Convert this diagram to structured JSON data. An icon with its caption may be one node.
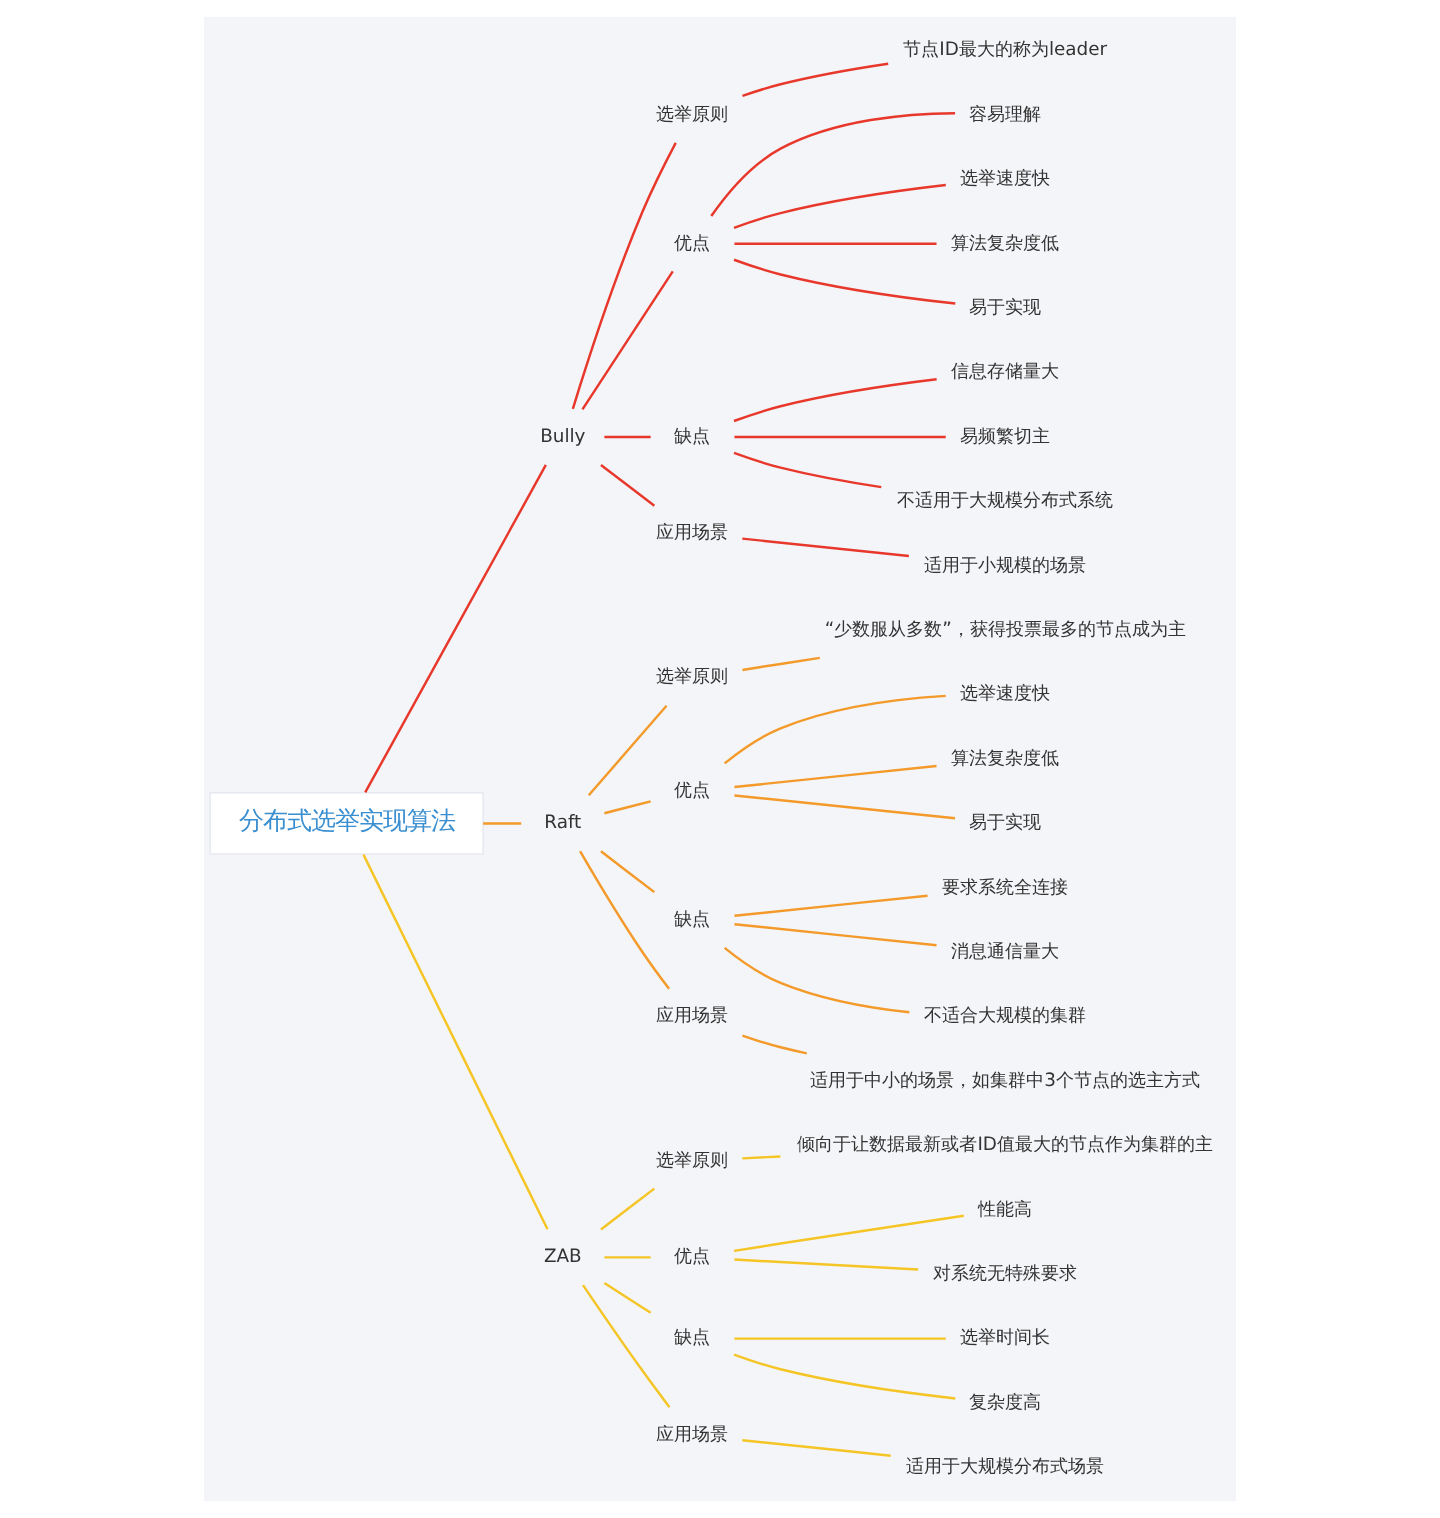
{
  "diagram": {
    "nodes": [
      {
        "text": [
          "分布式选举实现算法"
        ]
      },
      {
        "text": [
          "Bully"
        ]
      },
      {
        "text": [
          "选举原则"
        ]
      },
      {
        "text": [
          "节点ID最大的称为leader"
        ]
      },
      {
        "text": [
          "优点"
        ]
      },
      {
        "text": [
          "容易理解"
        ]
      },
      {
        "text": [
          "选举速度快"
        ]
      },
      {
        "text": [
          "算法复杂度低"
        ]
      },
      {
        "text": [
          "易于实现"
        ]
      },
      {
        "text": [
          "缺点"
        ]
      },
      {
        "text": [
          "信息存储量大"
        ]
      },
      {
        "text": [
          "易频繁切主"
        ]
      },
      {
        "text": [
          "不适用于大规模分布式系统"
        ]
      },
      {
        "text": [
          "应用场景"
        ]
      },
      {
        "text": [
          "适用于小规模的场景"
        ]
      },
      {
        "text": [
          "Raft"
        ]
      },
      {
        "text": [
          "选举原则"
        ]
      },
      {
        "text": [
          "“少数服从多数”，获得投票最多的节点成为主"
        ]
      },
      {
        "text": [
          "优点"
        ]
      },
      {
        "text": [
          "选举速度快"
        ]
      },
      {
        "text": [
          "算法复杂度低"
        ]
      },
      {
        "text": [
          "易于实现"
        ]
      },
      {
        "text": [
          "缺点"
        ]
      },
      {
        "text": [
          "要求系统全连接"
        ]
      },
      {
        "text": [
          "消息通信量大"
        ]
      },
      {
        "text": [
          "不适合大规模的集群"
        ]
      },
      {
        "text": [
          "应用场景"
        ]
      },
      {
        "text": [
          "适用于中小的场景，如集群中3个节点的选主方式"
        ]
      },
      {
        "text": [
          "ZAB"
        ]
      },
      {
        "text": [
          "选举原则"
        ]
      },
      {
        "text": [
          "倾向于让数据最新或者ID值最大的节点作为集群的主"
        ]
      },
      {
        "text": [
          "优点"
        ]
      },
      {
        "text": [
          "性能高"
        ]
      },
      {
        "text": [
          "对系统无特殊要求"
        ]
      },
      {
        "text": [
          "缺点"
        ]
      },
      {
        "text": [
          "选举时间长"
        ]
      },
      {
        "text": [
          "复杂度高"
        ]
      },
      {
        "text": [
          "应用场景"
        ]
      },
      {
        "text": [
          "适用于大规模分布式场景"
        ]
      }
    ],
    "edges": [
      {
        "from": 0,
        "to": 1,
        "arrow": "none",
        "color": "#e8382c"
      },
      {
        "from": 1,
        "to": 2,
        "arrow": "none",
        "color": "#e8382c"
      },
      {
        "from": 2,
        "to": 3,
        "arrow": "none",
        "color": "#e8382c"
      },
      {
        "from": 1,
        "to": 4,
        "arrow": "none",
        "color": "#e8382c"
      },
      {
        "from": 4,
        "to": 5,
        "arrow": "none",
        "color": "#e8382c"
      },
      {
        "from": 4,
        "to": 6,
        "arrow": "none",
        "color": "#e8382c"
      },
      {
        "from": 4,
        "to": 7,
        "arrow": "none",
        "color": "#e8382c"
      },
      {
        "from": 4,
        "to": 8,
        "arrow": "none",
        "color": "#e8382c"
      },
      {
        "from": 1,
        "to": 9,
        "arrow": "none",
        "color": "#e8382c"
      },
      {
        "from": 9,
        "to": 10,
        "arrow": "none",
        "color": "#e8382c"
      },
      {
        "from": 9,
        "to": 11,
        "arrow": "none",
        "color": "#e8382c"
      },
      {
        "from": 9,
        "to": 12,
        "arrow": "none",
        "color": "#e8382c"
      },
      {
        "from": 1,
        "to": 13,
        "arrow": "none",
        "color": "#e8382c"
      },
      {
        "from": 13,
        "to": 14,
        "arrow": "none",
        "color": "#e8382c"
      },
      {
        "from": 0,
        "to": 15,
        "arrow": "none",
        "color": "#f39a2b"
      },
      {
        "from": 15,
        "to": 16,
        "arrow": "none",
        "color": "#f39a2b"
      },
      {
        "from": 16,
        "to": 17,
        "arrow": "none",
        "color": "#f39a2b"
      },
      {
        "from": 15,
        "to": 18,
        "arrow": "none",
        "color": "#f39a2b"
      },
      {
        "from": 18,
        "to": 19,
        "arrow": "none",
        "color": "#f39a2b"
      },
      {
        "from": 18,
        "to": 20,
        "arrow": "none",
        "color": "#f39a2b"
      },
      {
        "from": 18,
        "to": 21,
        "arrow": "none",
        "color": "#f39a2b"
      },
      {
        "from": 15,
        "to": 22,
        "arrow": "none",
        "color": "#f39a2b"
      },
      {
        "from": 22,
        "to": 23,
        "arrow": "none",
        "color": "#f39a2b"
      },
      {
        "from": 22,
        "to": 24,
        "arrow": "none",
        "color": "#f39a2b"
      },
      {
        "from": 22,
        "to": 25,
        "arrow": "none",
        "color": "#f39a2b"
      },
      {
        "from": 15,
        "to": 26,
        "arrow": "none",
        "color": "#f39a2b"
      },
      {
        "from": 26,
        "to": 27,
        "arrow": "none",
        "color": "#f39a2b"
      },
      {
        "from": 0,
        "to": 28,
        "arrow": "none",
        "color": "#f5c526"
      },
      {
        "from": 28,
        "to": 29,
        "arrow": "none",
        "color": "#f5c526"
      },
      {
        "from": 29,
        "to": 30,
        "arrow": "none",
        "color": "#f5c526"
      },
      {
        "from": 28,
        "to": 31,
        "arrow": "none",
        "color": "#f5c526"
      },
      {
        "from": 31,
        "to": 32,
        "arrow": "none",
        "color": "#f5c526"
      },
      {
        "from": 31,
        "to": 33,
        "arrow": "none",
        "color": "#f5c526"
      },
      {
        "from": 28,
        "to": 34,
        "arrow": "none",
        "color": "#f5c526"
      },
      {
        "from": 34,
        "to": 35,
        "arrow": "none",
        "color": "#f5c526"
      },
      {
        "from": 34,
        "to": 36,
        "arrow": "none",
        "color": "#f5c526"
      },
      {
        "from": 28,
        "to": 37,
        "arrow": "none",
        "color": "#f5c526"
      },
      {
        "from": 37,
        "to": 38,
        "arrow": "none",
        "color": "#f5c526"
      }
    ]
  }
}
